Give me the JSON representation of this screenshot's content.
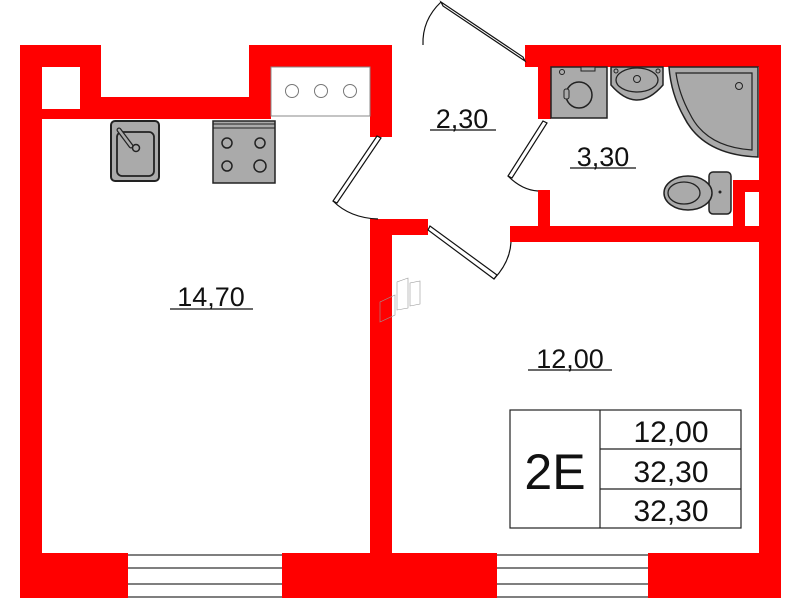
{
  "plan": {
    "type": "apartment floor plan",
    "wall_color": "#ff0000",
    "fixture_fill": "#aaaaaa",
    "rooms": [
      {
        "id": "kitchen-living",
        "area": "14,70"
      },
      {
        "id": "hallway",
        "area": "2,30"
      },
      {
        "id": "bathroom",
        "area": "3,30"
      },
      {
        "id": "room",
        "area": "12,00"
      }
    ],
    "fixtures": [
      "sink",
      "stove",
      "ventilation-panel",
      "washing-machine",
      "washbasin",
      "corner-shower",
      "toilet"
    ]
  },
  "info_table": {
    "code": "2E",
    "rows": [
      "12,00",
      "32,30",
      "32,30"
    ]
  }
}
